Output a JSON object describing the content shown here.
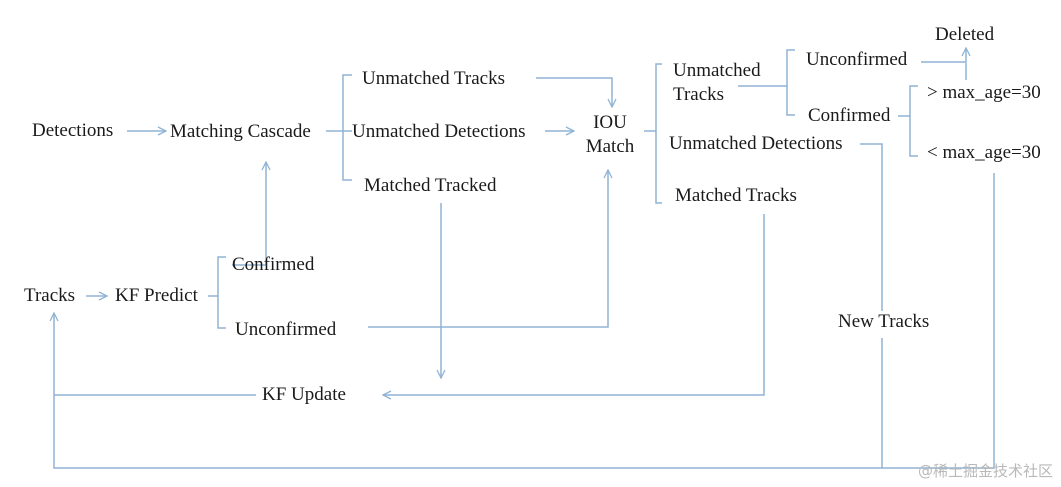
{
  "labels": {
    "detections": "Detections",
    "matching_cascade": "Matching Cascade",
    "unmatched_tracks_1": "Unmatched Tracks",
    "unmatched_detections_1": "Unmatched Detections",
    "matched_tracked": "Matched Tracked",
    "iou_line1": "IOU",
    "iou_line2": "Match",
    "unmatched_tracks_2_line1": "Unmatched",
    "unmatched_tracks_2_line2": "Tracks",
    "unmatched_detections_2": "Unmatched Detections",
    "matched_tracks": "Matched Tracks",
    "unconfirmed_top": "Unconfirmed",
    "confirmed_top": "Confirmed",
    "deleted": "Deleted",
    "gt_max_age": "> max_age=30",
    "lt_max_age": "< max_age=30",
    "tracks": "Tracks",
    "kf_predict": "KF Predict",
    "confirmed_bottom": "Confirmed",
    "unconfirmed_bottom": "Unconfirmed",
    "new_tracks": "New Tracks",
    "kf_update": "KF Update"
  },
  "watermark": "@稀土掘金技术社区",
  "colors": {
    "line": "#8fb3d4",
    "text": "#1a1a1a"
  }
}
